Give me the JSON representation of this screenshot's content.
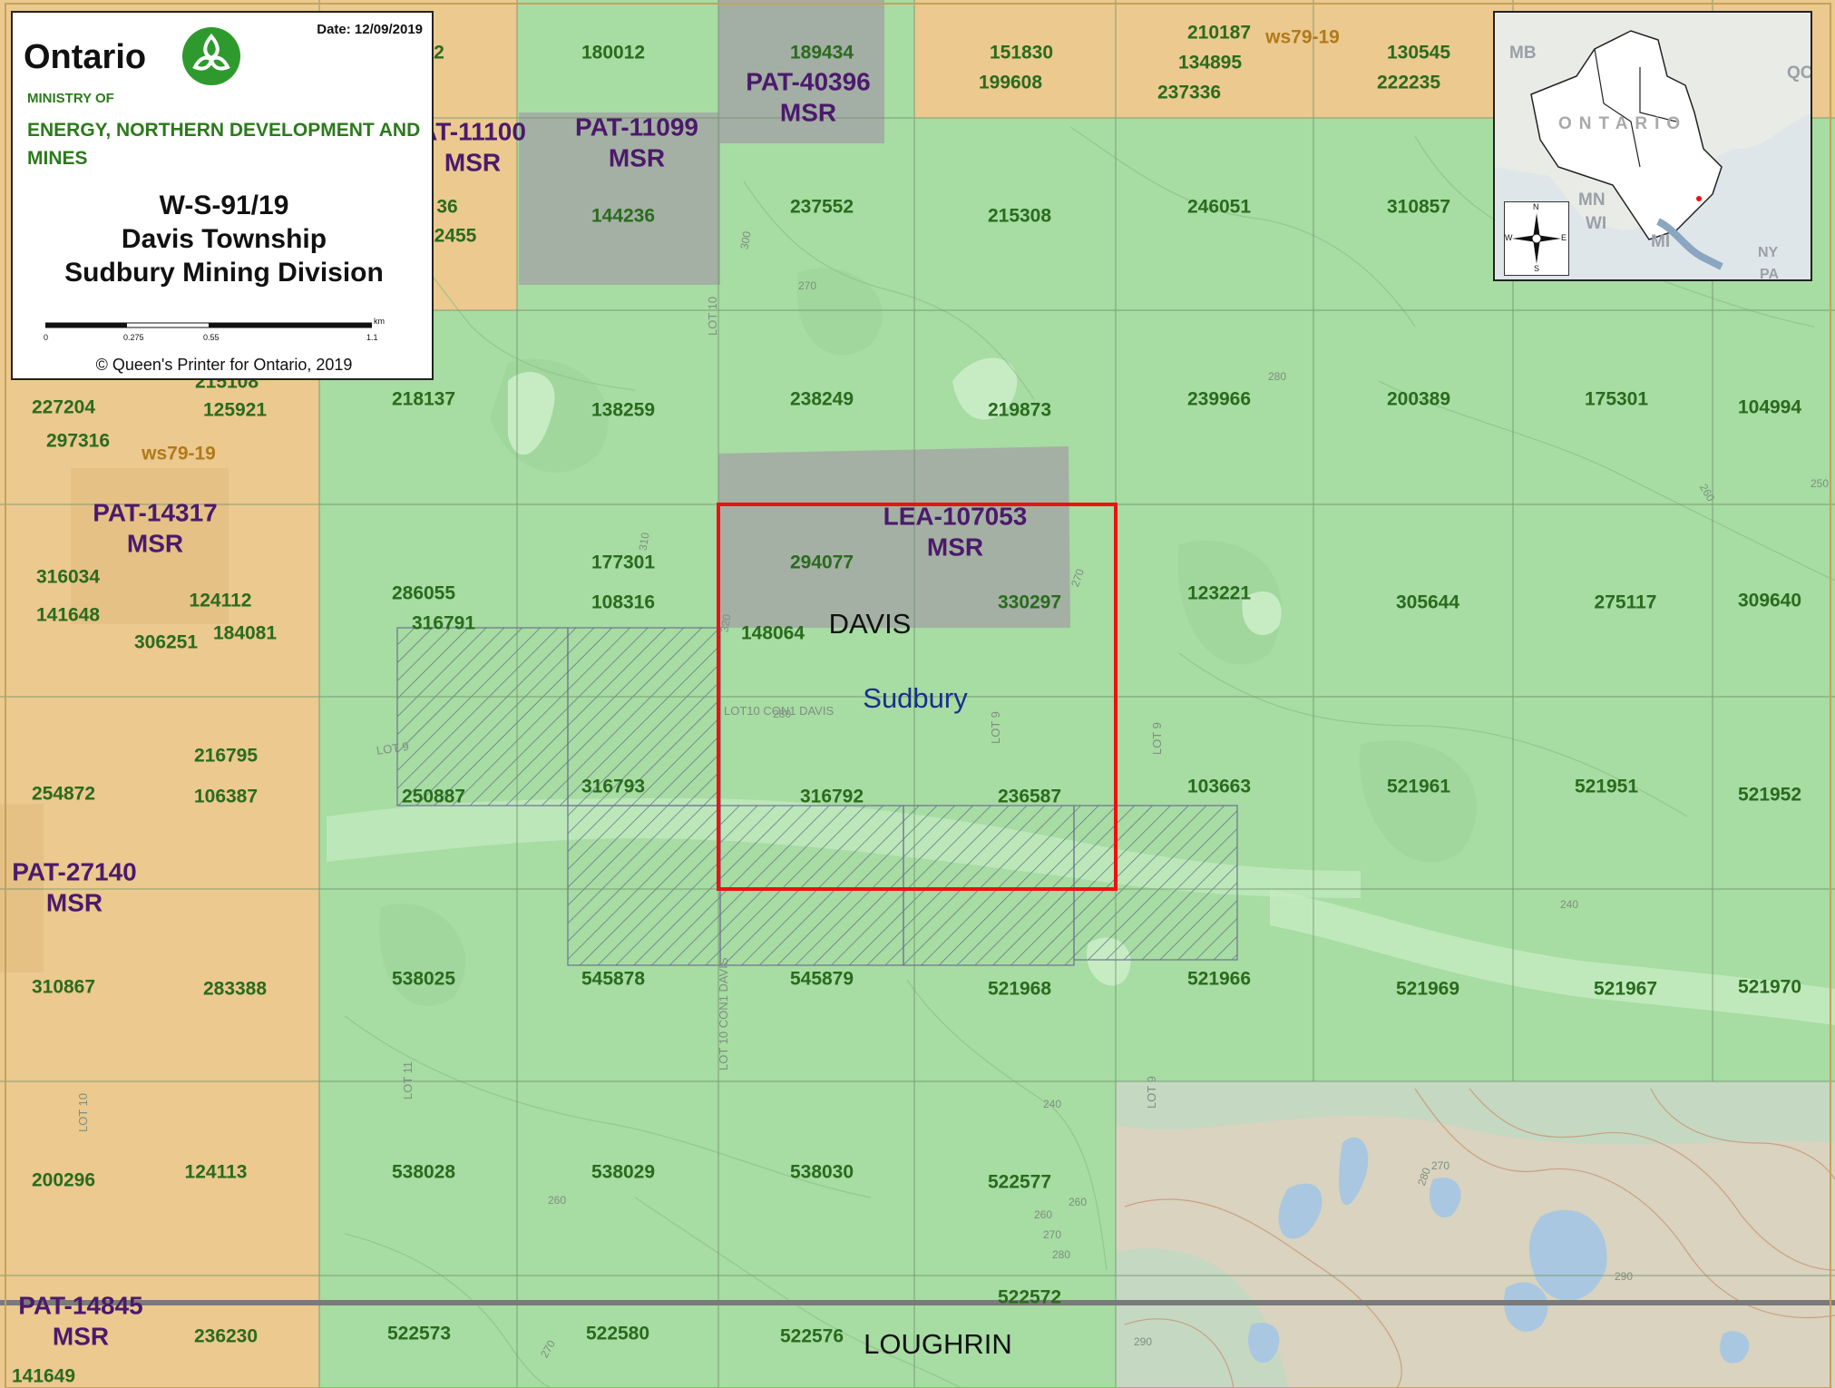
{
  "title_box": {
    "logo_text": "Ontario",
    "date": "Date: 12/09/2019",
    "ministry_line1": "MINISTRY OF",
    "ministry_line2": "ENERGY, NORTHERN DEVELOPMENT AND MINES",
    "map_id": "W-S-91/19",
    "township": "Davis Township",
    "mining_division": "Sudbury Mining Division",
    "scale_unit": "km",
    "scale_ticks": [
      "0",
      "0.275",
      "0.55",
      "1.1"
    ],
    "copyright": "© Queen's Printer for Ontario, 2019"
  },
  "inset_map": {
    "labels": [
      "MB",
      "QC",
      "ONTARIO",
      "MN",
      "WI",
      "MI",
      "NY",
      "PA"
    ],
    "compass": [
      "N",
      "E",
      "S",
      "W"
    ]
  },
  "colors": {
    "crown_land": "#a7dca3",
    "patented_land": "#ebc98f",
    "lease_grey": "#a3a8a5",
    "study_area_outline": "#ee1111",
    "cell_number": "#2a6b1e",
    "parcel_label": "#4b1a6b",
    "withdrawal_label": "#b07a1c"
  },
  "place_names": {
    "township_davis": "DAVIS",
    "city_sudbury": "Sudbury",
    "township_loughrin": "LOUGHRIN"
  },
  "parcels": [
    {
      "id": "pat40396",
      "label1": "PAT-40396",
      "label2": "MSR"
    },
    {
      "id": "pat11100",
      "label1": "AT-11100",
      "label2": "MSR"
    },
    {
      "id": "pat11099",
      "label1": "PAT-11099",
      "label2": "MSR"
    },
    {
      "id": "lea107053",
      "label1": "LEA-107053",
      "label2": "MSR"
    },
    {
      "id": "pat14317",
      "label1": "PAT-14317",
      "label2": "MSR"
    },
    {
      "id": "pat27140",
      "label1": "PAT-27140",
      "label2": "MSR"
    },
    {
      "id": "pat14845",
      "label1": "PAT-14845",
      "label2": "MSR"
    }
  ],
  "withdrawals": [
    "ws79-19",
    "ws79-19"
  ],
  "cells": [
    "2",
    "180012",
    "189434",
    "151830",
    "199608",
    "210187",
    "134895",
    "237336",
    "130545",
    "222235",
    "36",
    "2455",
    "144236",
    "237552",
    "215308",
    "246051",
    "310857",
    "215108",
    "218137",
    "227204",
    "125921",
    "297316",
    "138259",
    "238249",
    "219873",
    "239966",
    "200389",
    "175301",
    "104994",
    "316034",
    "141648",
    "124112",
    "306251",
    "184081",
    "286055",
    "316791",
    "177301",
    "108316",
    "294077",
    "330297",
    "148064",
    "123221",
    "305644",
    "275117",
    "309640",
    "216795",
    "254872",
    "106387",
    "250887",
    "316793",
    "316792",
    "236587",
    "103663",
    "521961",
    "521951",
    "521952",
    "310867",
    "283388",
    "538025",
    "545878",
    "545879",
    "521968",
    "521966",
    "521969",
    "521967",
    "521970",
    "200296",
    "124113",
    "538028",
    "538029",
    "538030",
    "522577",
    "522572",
    "236230",
    "522573",
    "522580",
    "522576",
    "141649"
  ],
  "lot_labels": [
    "LOT 9",
    "LOT 10",
    "LOT10 CON1 DAVIS",
    "LOT 10 CON1 DAVIS",
    "LOT 9",
    "LOT 9",
    "LOT 11",
    "LOT 9",
    "LOT 10"
  ],
  "contours": [
    "290",
    "300",
    "270",
    "280",
    "260",
    "250",
    "270",
    "280",
    "240",
    "240",
    "270",
    "260",
    "260",
    "260",
    "270",
    "280",
    "290",
    "290",
    "280",
    "270",
    "310",
    "320"
  ]
}
